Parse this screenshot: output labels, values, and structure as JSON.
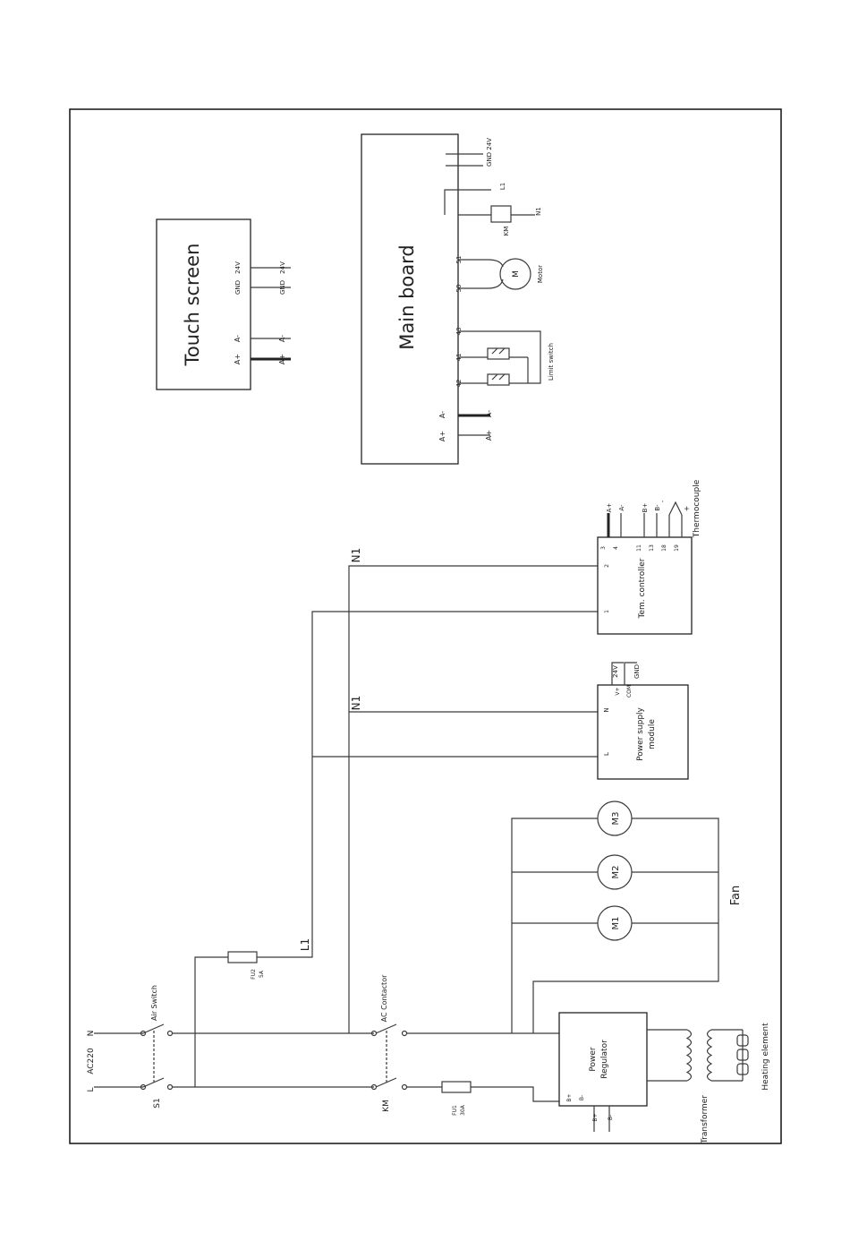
{
  "title": "Touch screen",
  "main_board": "Main board",
  "touch": {
    "pins": [
      "A+",
      "A-",
      "GND",
      "24V"
    ],
    "ext": [
      "A+",
      "A-",
      "GND",
      "24V"
    ]
  },
  "board": {
    "pins": [
      "A+",
      "A-",
      "42",
      "41",
      "43",
      "50",
      "51"
    ],
    "ext": [
      "A+",
      "A-"
    ],
    "limit_switch": "Limit switch",
    "motor": "Motor",
    "motor_symbol": "M",
    "km": "KM",
    "n1": "N1",
    "l1": "L1",
    "supply": "GND 24V"
  },
  "input": {
    "l": "L",
    "ac": "AC220",
    "n": "N",
    "s1": "S1",
    "air_switch": "Air Switch"
  },
  "fuse_small": {
    "name": "FU2",
    "rating": "5A"
  },
  "fuse_main": {
    "name": "FU1",
    "rating": "30A"
  },
  "l1": "L1",
  "n1": "N1",
  "n1b": "N1",
  "km": "KM",
  "ac_contactor": "AC Contactor",
  "power_supply": {
    "line1": "Power supply",
    "line2": "module",
    "l": "L",
    "n": "N",
    "v": "V+",
    "com": "COM",
    "out24": "24V",
    "gnd": "GND"
  },
  "tem": {
    "name": "Tem. controller",
    "pins": [
      "1",
      "2",
      "3",
      "4",
      "11",
      "13",
      "18",
      "19"
    ],
    "ext": [
      "A+",
      "A-",
      "B+",
      "B-",
      "-",
      "+"
    ],
    "thermocouple": "Thermocouple"
  },
  "fans": {
    "labels": [
      "M1",
      "M2",
      "M3"
    ],
    "caption": "Fan"
  },
  "regulator": {
    "line1": "Power",
    "line2": "Regulator",
    "b_plus": "B+",
    "b_minus": "B-",
    "in_plus": "B+",
    "in_minus": "B-"
  },
  "transformer": "Transformer",
  "heating": "Heating element"
}
